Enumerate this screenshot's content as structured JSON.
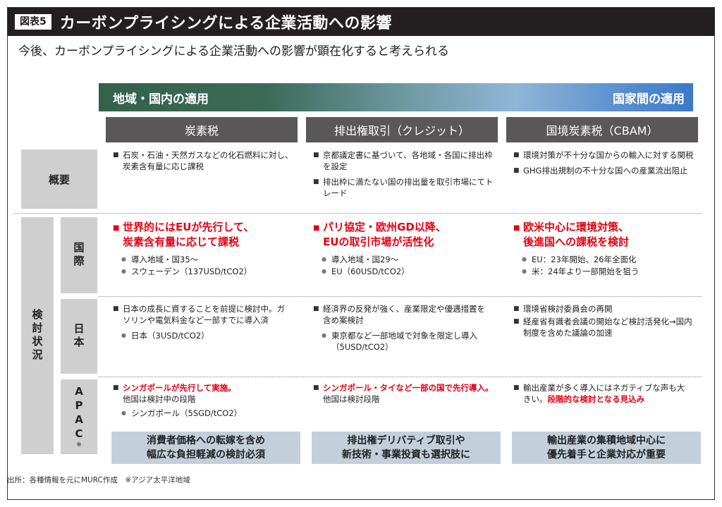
{
  "header": {
    "figure_label": "図表5",
    "title": "カーボンプライシングによる企業活動への影響"
  },
  "subtitle": "今後、カーボンプライシングによる企業活動への影響が顕在化すると考えられる",
  "scope": {
    "left": "地域・国内の適用",
    "right": "国家間の適用"
  },
  "columns": [
    "炭素税",
    "排出権取引（クレジット）",
    "国境炭素税（CBAM）"
  ],
  "rows": {
    "overview": "概要",
    "status": "検討状況",
    "international": "国際",
    "japan": "日本",
    "apac": "APAC",
    "apac_note": "※"
  },
  "overview": [
    [
      "石炭・石油・天然ガスなどの化石燃料に対し、炭素含有量に応じ課税"
    ],
    [
      "京都議定書に基づいて、各地域・各国に排出枠を設定",
      "排出枠に満たない国の排出量を取引市場にてトレード"
    ],
    [
      "環境対策が不十分な国からの輸入に対する関税",
      "GHG排出規制の不十分な国への産業流出阻止"
    ]
  ],
  "international": [
    {
      "headline": [
        "世界的にはEUが先行して、",
        "炭素含有量に応じて課税"
      ],
      "subs": [
        "導入地域・国35～",
        "スウェーデン（137USD/tCO2）"
      ]
    },
    {
      "headline": [
        "パリ協定・欧州GD以降、",
        "EUの取引市場が活性化"
      ],
      "subs": [
        "導入地域・国29～",
        "EU（60USD/tCO2）"
      ]
    },
    {
      "headline": [
        "欧米中心に環境対策、",
        "後進国への課税を検討"
      ],
      "subs": [
        "EU：23年開始、26年全面化",
        "米：24年より一部開始を狙う"
      ]
    }
  ],
  "japan": [
    {
      "bullets": [
        "日本の成長に資することを前提に検討中。ガソリンや電気料金など一部すでに導入済"
      ],
      "subs": [
        "日本（3USD/tCO2）"
      ]
    },
    {
      "bullets": [
        "経済界の反発が強く、産業限定や優遇措置を含め案検討"
      ],
      "subs": [
        "東京都など一部地域で対象を限定し導入（5USD/tCO2）"
      ]
    },
    {
      "bullets": [
        "環境省検討委員会の再開",
        "経産省有識者会議の開始など検討活発化→国内制度を含めた議論の加速"
      ],
      "subs": []
    }
  ],
  "apac": [
    {
      "red": "シンガポールが先行して実施。",
      "plain": "他国は検討中の段階",
      "sub": "シンガポール（5SGD/tCO2）"
    },
    {
      "red": "シンガポール・タイなど一部の国で先行導入。",
      "plain": "他国は検討段階",
      "sub": ""
    },
    {
      "plain_before": "輸出産業が多く導入にはネガティブな声も大きい。",
      "red_after": "段階的な検討となる見込み"
    }
  ],
  "summary": [
    [
      "消費者価格への転嫁を含め",
      "幅広な負担軽減の検討必須"
    ],
    [
      "排出権デリバティブ取引や",
      "新技術・事業投資も選択肢に"
    ],
    [
      "輸出産業の集積地域中心に",
      "優先着手と企業対応が重要"
    ]
  ],
  "source": "出所：各種情報を元にMURC作成　※アジア太平洋地域",
  "colors": {
    "title_bg": "#231f20",
    "header_gray": "#595757",
    "label_gray": "#cfcfcf",
    "red": "#e60012",
    "summary_bg": "#c3d0dc"
  }
}
